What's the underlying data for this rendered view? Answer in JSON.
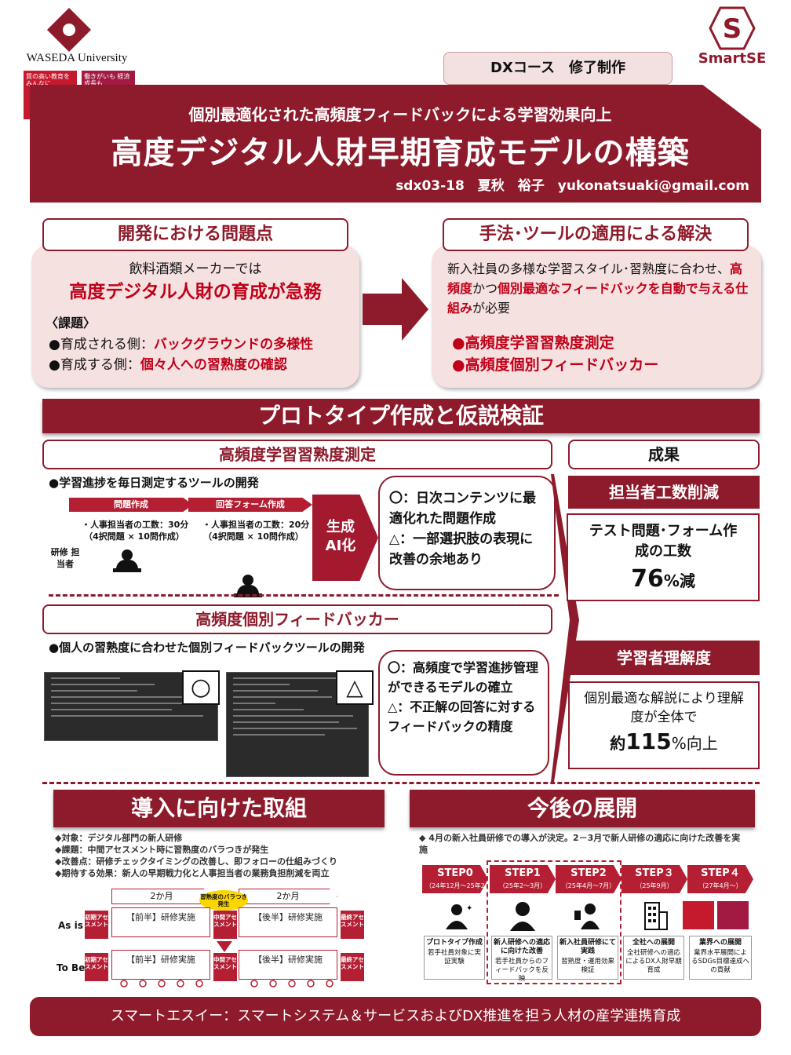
{
  "header": {
    "university": "WASEDA University",
    "brand": "SmartSE",
    "course_badge": "DXコース　修了制作",
    "sdg4_text": "質の高い教育を みんなに",
    "sdg8_text": "働きがいも 経済成長も",
    "subtitle": "個別最適化された高頻度フィードバックによる学習効果向上",
    "title": "高度デジタル人財早期育成モデルの構築",
    "author": "sdx03-18　夏秋　裕子　yukonatsuaki@gmail.com"
  },
  "problem": {
    "heading": "開発における問題点",
    "line1": "飲料酒類メーカーでは",
    "line2": "高度デジタル人財の育成が急務",
    "issue_label": "〈課題〉",
    "issue1_prefix": "●育成される側：",
    "issue1_red": "バックグラウンドの多様性",
    "issue2_prefix": "●育成する側：",
    "issue2_red": "個々人への習熟度の確認"
  },
  "solution": {
    "heading": "手法･ツールの適用による解決",
    "t1": "新入社員の多様な学習スタイル･習熟度に合わせ、",
    "t2": "高頻度",
    "t3": "かつ",
    "t4": "個別最適なフィードバックを自動で与える仕組み",
    "t5": "が必要",
    "b1": "●高頻度学習習熟度測定",
    "b2": "●高頻度個別フィードバッカー"
  },
  "prototype": {
    "heading": "プロトタイプ作成と仮説検証",
    "measure_heading": "高頻度学習習熟度測定",
    "measure_bullet": "●学習進捗を毎日測定するツールの開発",
    "step_a": "問題作成",
    "step_b": "回答フォーム作成",
    "step_a_note1": "・人事担当者の工数：30分",
    "step_a_note2": "（4択問題 × 10問作成）",
    "step_b_note1": "・人事担当者の工数：20分",
    "step_b_note2": "（4択問題 × 10問作成）",
    "actor": "研修 担当者",
    "ai_label": "生成AI化",
    "eval1_a": "〇：日次コンテンツに最適化れた問題作成",
    "eval1_b": "△：一部選択肢の表現に改善の余地あり",
    "feedback_heading": "高頻度個別フィードバッカー",
    "feedback_bullet": "●個人の習熟度に合わせた個別フィードバックツールの開発",
    "mark_good": "○",
    "mark_fair": "△",
    "eval2_a": "〇：高頻度で学習進捗管理ができるモデルの確立",
    "eval2_b": "△：不正解の回答に対するフィードバックの精度"
  },
  "results": {
    "heading": "成果",
    "r1_heading": "担当者工数削減",
    "r1_text": "テスト問題･フォーム作成の工数",
    "r1_value": "76",
    "r1_unit": "%減",
    "r2_heading": "学習者理解度",
    "r2_text": "個別最適な解説により理解度が全体で",
    "r2_prefix": "約",
    "r2_value": "115",
    "r2_unit": "%向上"
  },
  "adoption": {
    "heading": "導入に向けた取組",
    "b1": "◆対象：デジタル部門の新人研修",
    "b2": "◆課題：中間アセスメント時に習熟度のバラつきが発生",
    "b3": "◆改善点：研修チェックタイミングの改善し、即フォローの仕組みづくり",
    "b4": "◆期待する効果：新人の早期戦力化と人事担当者の業務負担削減を両立",
    "span1": "2か月",
    "span2": "2か月",
    "callout": "習熟度のバラつき発生",
    "asis": "As is",
    "tobe": "To Be",
    "initial": "初期アセスメント",
    "mid": "中間アセスメント",
    "final": "最終アセスメント",
    "first_half": "【前半】研修実施",
    "second_half": "【後半】研修実施"
  },
  "future": {
    "heading": "今後の展開",
    "intro": "◆ 4月の新入社員研修での導入が決定。2－3月で新人研修の適応に向けた改善を実施",
    "steps": [
      {
        "name": "STEP0",
        "period": "（24年12月〜25年2月）",
        "title": "プロトタイプ作成",
        "desc": "若手社員対象に実証実験"
      },
      {
        "name": "STEP1",
        "period": "（25年2〜3月）",
        "title": "新人研修への適応に向けた改善",
        "desc": "若手社員からのフィードバックを反映"
      },
      {
        "name": "STEP2",
        "period": "（25年4月〜7月）",
        "title": "新入社員研修にて実践",
        "desc": "習熟度・運用効果検証"
      },
      {
        "name": "STEP３",
        "period": "（25年9月）",
        "title": "全社への展開",
        "desc": "全社研修への適応によるDX人財早期育成"
      },
      {
        "name": "STEP４",
        "period": "（27年4月〜）",
        "title": "業界への展開",
        "desc": "業界水平展開によるSDGs目標達成への貢献"
      }
    ]
  },
  "footer": {
    "text": "スマートエスイー：スマートシステム＆サービスおよびDX推進を担う人材の産学連携育成"
  }
}
